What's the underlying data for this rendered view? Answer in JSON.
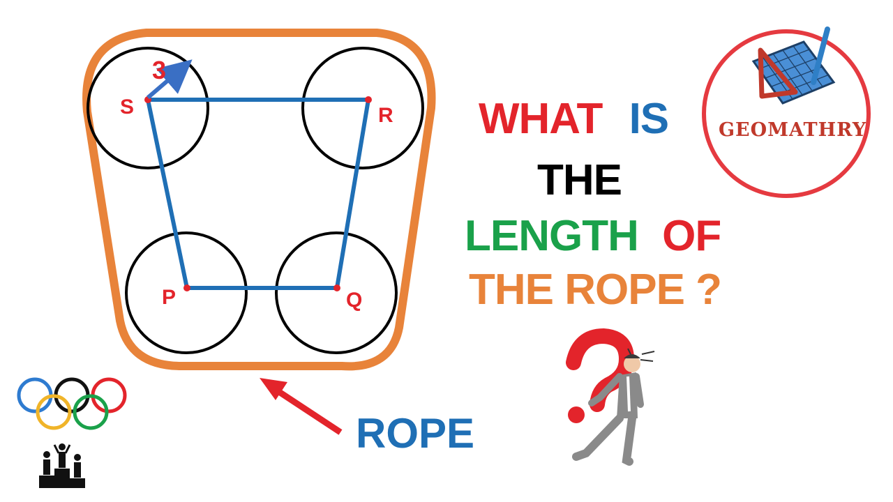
{
  "diagram": {
    "points": {
      "S": "S",
      "R": "R",
      "P": "P",
      "Q": "Q"
    },
    "radius_label": "3",
    "rope_label": "ROPE"
  },
  "question": {
    "line1_a": "WHAT",
    "line1_b": "IS",
    "line2": "THE",
    "line3_a": "LENGTH",
    "line3_b": "OF",
    "line4": "THE ROPE ?"
  },
  "logo": {
    "text": "GEOMATHRY"
  },
  "colors": {
    "rope": "#e8833a",
    "quad": "#1f6fb5",
    "red": "#e3242b",
    "green": "#1aa14a",
    "orange": "#e8833a",
    "blue": "#1f6fb5",
    "black": "#000000",
    "logo_ring": "#e53a40"
  }
}
